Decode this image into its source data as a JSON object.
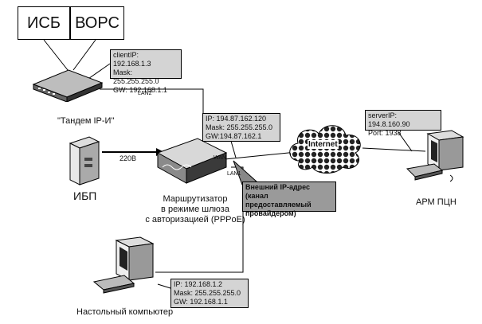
{
  "devices": {
    "isb": "ИСБ",
    "vors": "ВОРС",
    "tandem_label": "\"Тандем IP-И\"",
    "ups_label": "ИБП",
    "router_label_lines": [
      "Маршрутизатор",
      "в режиме шлюза",
      "с авторизацией (PPPoE)"
    ],
    "pc_label": "Настольный компьютер",
    "arm_label": "АРМ ПЦН",
    "internet_label": "Internet"
  },
  "links": {
    "power_label": "220В",
    "lan2": "LAN2",
    "lan1": "LAN1",
    "wan": "WAN"
  },
  "notes": {
    "tandem": [
      "clientIP: 192.168.1.3",
      "Mask: 255.255.255.0",
      "GW: 192.168.1.1"
    ],
    "wan": [
      "IP: 194.87.162.120",
      "Mask: 255.255.255.0",
      "GW:194.87.162.1"
    ],
    "external": [
      "Внешний IP-адрес",
      "(канал предоставляемый",
      "провайдером)"
    ],
    "server": [
      "serverIP: 194.8.160.90",
      "Port: 1938"
    ],
    "pc": [
      "IP: 192.168.1.2",
      "Mask: 255.255.255.0",
      "GW: 192.168.1.1"
    ]
  },
  "colors": {
    "note_fill": "#d4d4d4",
    "note_dark_fill": "#9a9a9a",
    "line": "#000000"
  }
}
